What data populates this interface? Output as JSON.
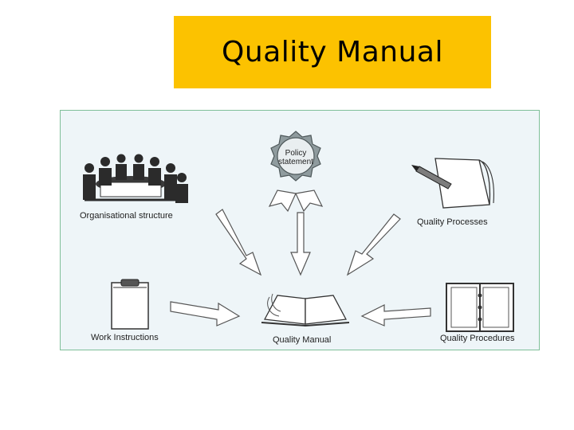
{
  "title": {
    "text": "Quality Manual",
    "banner_color": "#fcc200"
  },
  "diagram": {
    "frame_border_color": "#7fbf99",
    "background_color": "#eef5f8",
    "nodes": {
      "organisational_structure": {
        "label": "Organisational structure",
        "icon": "meeting-people-icon"
      },
      "policy_statement": {
        "label_line1": "Policy",
        "label_line2": "statement",
        "icon": "award-rosette-icon"
      },
      "quality_processes": {
        "label": "Quality Processes",
        "icon": "notepad-pencil-icon"
      },
      "work_instructions": {
        "label": "Work Instructions",
        "icon": "clipboard-icon"
      },
      "quality_manual": {
        "label": "Quality Manual",
        "icon": "open-book-icon"
      },
      "quality_procedures": {
        "label": "Quality Procedures",
        "icon": "ring-binder-icon"
      }
    },
    "arrows": [
      {
        "from": "organisational_structure",
        "to": "quality_manual"
      },
      {
        "from": "policy_statement",
        "to": "quality_manual"
      },
      {
        "from": "quality_processes",
        "to": "quality_manual"
      },
      {
        "from": "work_instructions",
        "to": "quality_manual"
      },
      {
        "from": "quality_procedures",
        "to": "quality_manual"
      }
    ]
  }
}
